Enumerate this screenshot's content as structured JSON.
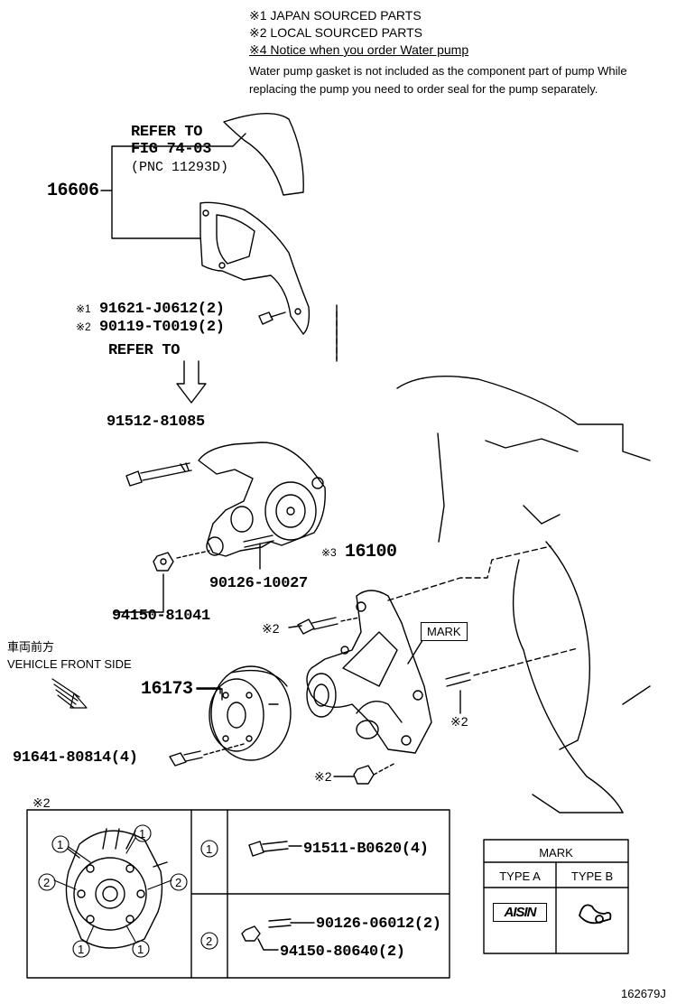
{
  "notes": {
    "note1": "※1 JAPAN SOURCED PARTS",
    "note2": "※2 LOCAL SOURCED PARTS",
    "note4": "※4 Notice when you order Water pump",
    "gasket_line1": "Water pump gasket is not included as the component part of pump While",
    "gasket_line2": "replacing the pump you need to order seal for the pump separately."
  },
  "refer": {
    "refer_to": "REFER TO",
    "fig": "FIG 74-03",
    "pnc": "(PNC 11293D)",
    "refer_to_2": "REFER TO"
  },
  "parts": {
    "p16606": "16606",
    "sym1": "※1",
    "p91621": "91621-J0612(2)",
    "sym2a": "※2",
    "p90119": "90119-T0019(2)",
    "p91512": "91512-81085",
    "p90126a": "90126-10027",
    "sym3": "※3",
    "p16100": "16100",
    "p94150a": "94150-81041",
    "sym2b": "※2",
    "mark_label": "MARK",
    "front_jp": "車両前方",
    "front_en": "VEHICLE FRONT SIDE",
    "p16173": "16173",
    "sym2c": "※2",
    "p91641": "91641-80814(4)",
    "sym2d": "※2",
    "sym2e": "※2"
  },
  "detail_table": {
    "circle1": "1",
    "circle2": "2",
    "row1_part": "91511-B0620(4)",
    "row2_part1": "90126-06012(2)",
    "row2_part2": "94150-80640(2)"
  },
  "mark_table": {
    "header": "MARK",
    "type_a": "TYPE A",
    "type_b": "TYPE B",
    "logo": "AISIN"
  },
  "figure_id": "162679J"
}
